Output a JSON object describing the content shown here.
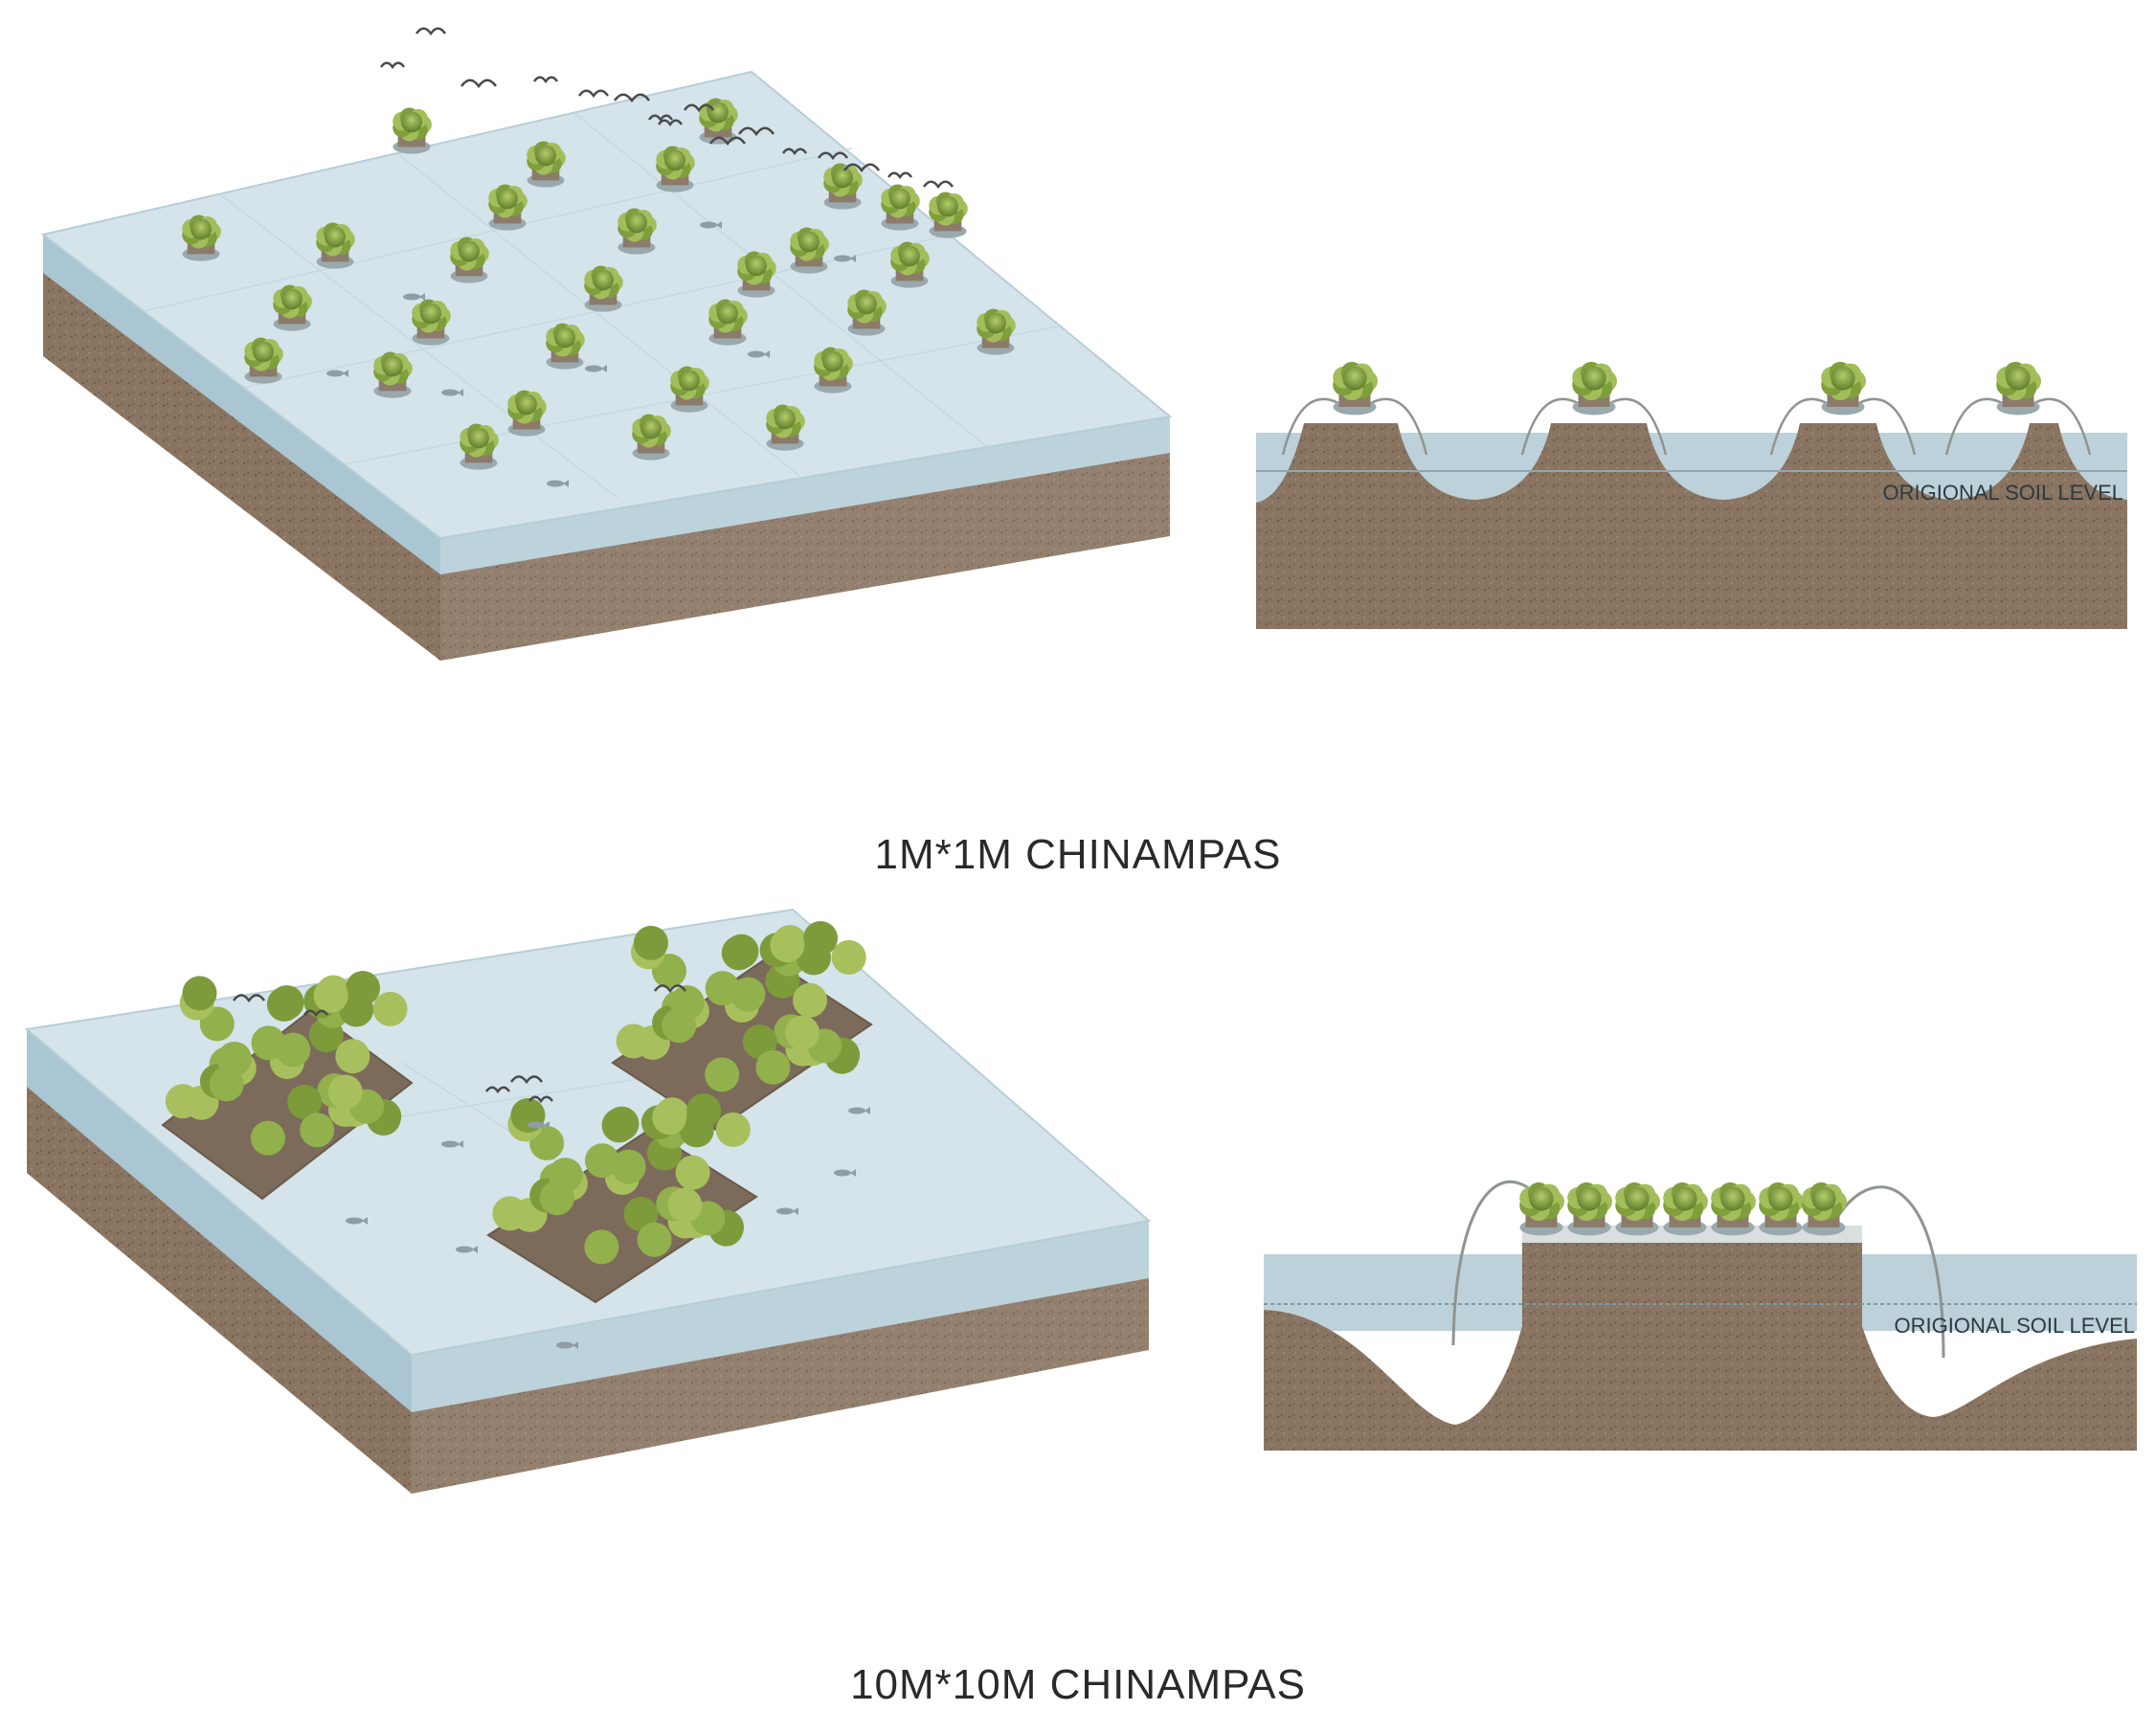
{
  "diagram": {
    "section_label": "ORIGIONAL SOIL LEVEL",
    "panels": [
      {
        "caption": "1M*1M CHINAMPAS"
      },
      {
        "caption": "10M*10M CHINAMPAS"
      }
    ]
  },
  "colors": {
    "water_top": "#cfe0e6",
    "water_side": "#a9c6d2",
    "soil": "#8a7562",
    "soil_dark": "#6f5c4b",
    "plant": "#8fae4a",
    "plant_dark": "#5f7d2c",
    "bird": "#4a4a4a"
  }
}
